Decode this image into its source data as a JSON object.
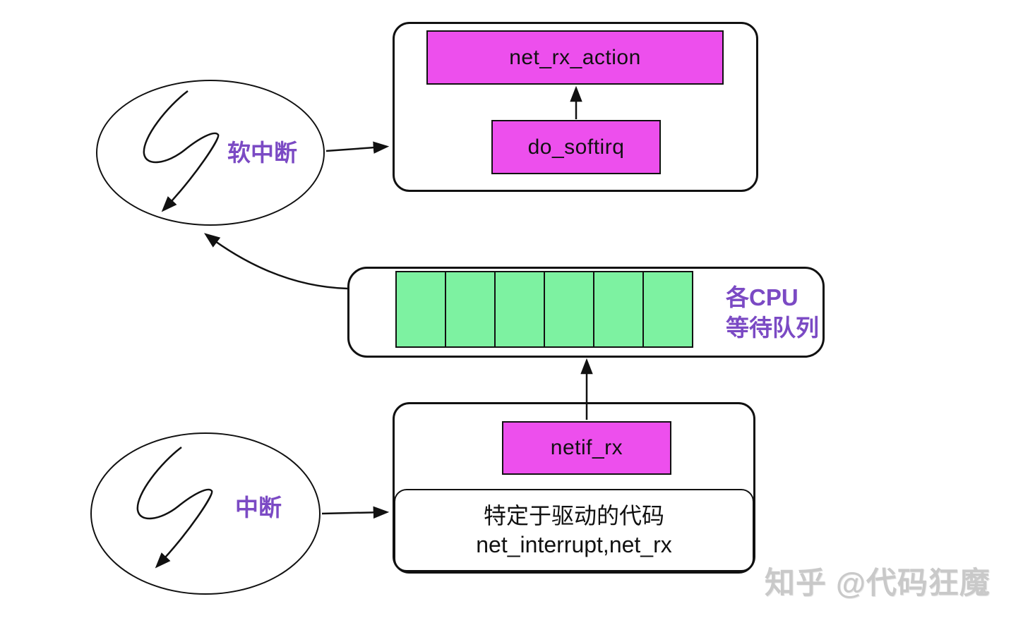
{
  "softirq_flow": {
    "trigger_label": "软中断",
    "action_box": "net_rx_action",
    "dispatch_box": "do_softirq"
  },
  "cpu_queue": {
    "label_line1": "各CPU",
    "label_line2": "等待队列",
    "cell_count": 6
  },
  "interrupt_flow": {
    "trigger_label": "中断",
    "handler_box": "netif_rx",
    "driver_box_line1": "特定于驱动的代码",
    "driver_box_line2": "net_interrupt,net_rx"
  },
  "watermark": {
    "text": "知乎 @代码狂魔"
  },
  "colors": {
    "box_magenta": "#ED4FED",
    "queue_green": "#7DF2A1",
    "label_purple": "#7B4AC4",
    "line_black": "#111111",
    "watermark_gray": "#C9C9C9"
  }
}
